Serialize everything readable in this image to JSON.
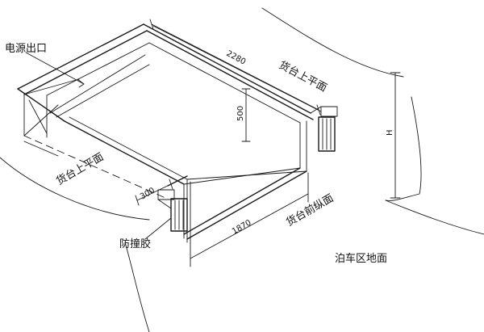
{
  "labels": {
    "power_outlet": "电源出口",
    "platform_top_right": "货台上平面",
    "platform_top_left": "货台上平面",
    "platform_front": "货台前纵面",
    "parking_ground": "泊车区地面",
    "bumper": "防撞胶"
  },
  "dimensions": {
    "pit_length": "2280",
    "pit_depth": "500",
    "lip_length": "1870",
    "setback": "300",
    "height": "H"
  }
}
